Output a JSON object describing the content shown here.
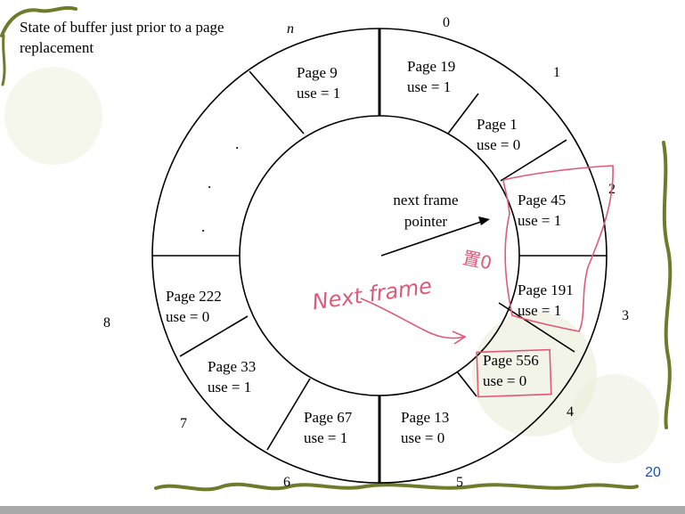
{
  "caption": "State of buffer just prior to a page replacement",
  "slide_number": "20",
  "pointer_label": {
    "line1": "next frame",
    "line2": "pointer"
  },
  "ellipsis": ".",
  "frame_indices": {
    "n": "n",
    "i0": "0",
    "i1": "1",
    "i2": "2",
    "i3": "3",
    "i4": "4",
    "i5": "5",
    "i6": "6",
    "i7": "7",
    "i8": "8"
  },
  "frames": [
    {
      "page": "Page 19",
      "use": "use = 1"
    },
    {
      "page": "Page 1",
      "use": "use = 0"
    },
    {
      "page": "Page 45",
      "use": "use = 1"
    },
    {
      "page": "Page 191",
      "use": "use = 1"
    },
    {
      "page": "Page 556",
      "use": "use = 0"
    },
    {
      "page": "Page 13",
      "use": "use = 0"
    },
    {
      "page": "Page 67",
      "use": "use = 1"
    },
    {
      "page": "Page 33",
      "use": "use = 1"
    },
    {
      "page": "Page 222",
      "use": "use = 0"
    },
    {
      "page": "Page 9",
      "use": "use = 1"
    }
  ],
  "annotations": {
    "next_frame": "Next frame",
    "chinese": "置0"
  },
  "colors": {
    "ink": "#000000",
    "annotation": "#e05a78",
    "slide_number": "#1f4fa8",
    "vine": "#6f7a2a",
    "bar": "#a9a9a9"
  }
}
